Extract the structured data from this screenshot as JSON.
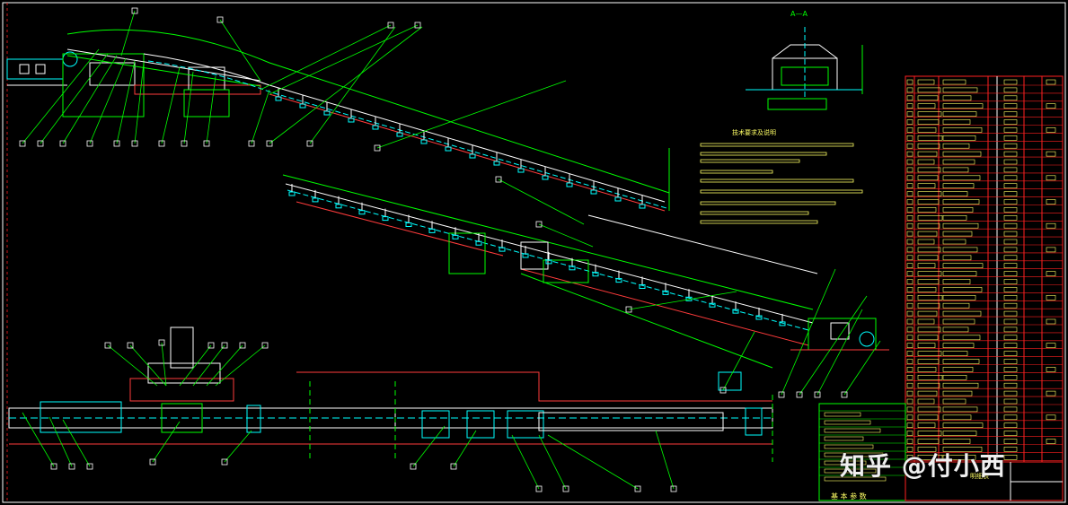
{
  "drawing": {
    "section_label": "A—A",
    "notes_title": "技术要求及说明",
    "parts_table_title": "明细表",
    "title_block_text": "基 本 参 数",
    "watermark": "知乎 @付小西",
    "colors": {
      "background": "#000000",
      "structure": "#00ff00",
      "idlers": "#ffffff",
      "centerlines": "#00ffff",
      "foundation": "#ff3b3b",
      "table_lines": "#ff2020",
      "table_cells": "#ffff66"
    },
    "icons": [
      "belt-conveyor-elevation",
      "conveyor-plan-view",
      "section-view",
      "parts-list-table",
      "title-block"
    ]
  }
}
